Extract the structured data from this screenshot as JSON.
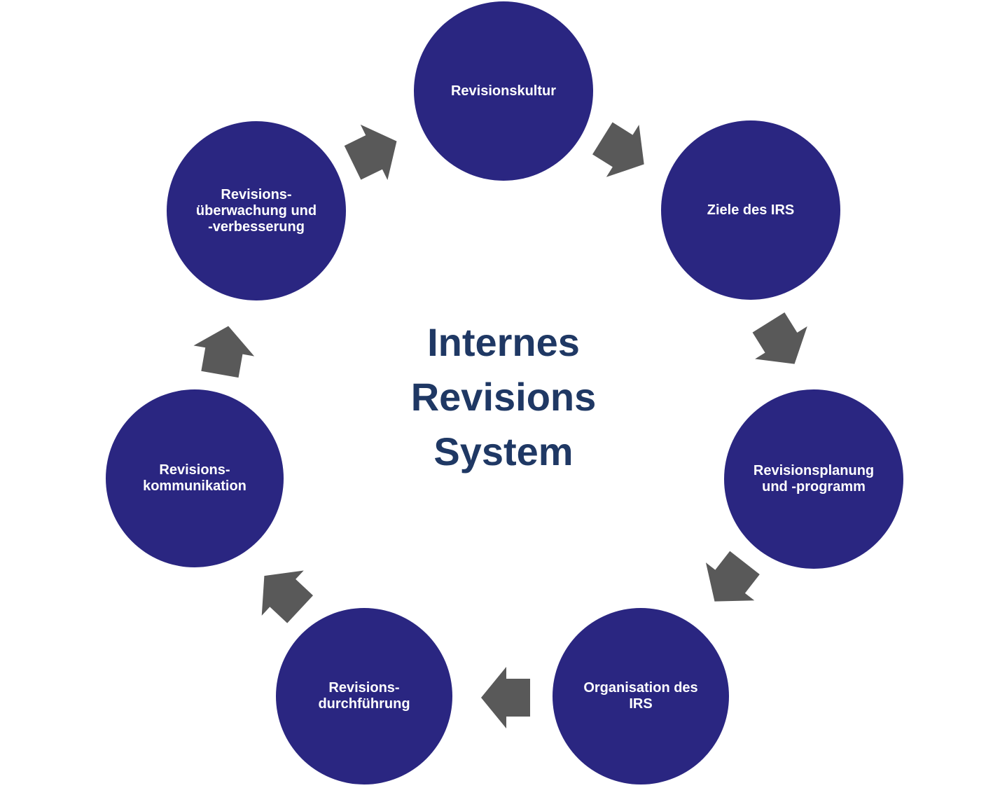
{
  "title": {
    "lines": [
      "Internes",
      "Revisions",
      "System"
    ]
  },
  "nodes": [
    {
      "name": "revisionskultur",
      "lines": [
        "Revisionskultur"
      ]
    },
    {
      "name": "ziele-des-irs",
      "lines": [
        "Ziele des IRS"
      ]
    },
    {
      "name": "revisionsplanung-und-programm",
      "lines": [
        "Revisionsplanung",
        "und -programm"
      ]
    },
    {
      "name": "organisation-des-irs",
      "lines": [
        "Organisation des",
        "IRS"
      ]
    },
    {
      "name": "revisions-durchfuehrung",
      "lines": [
        "Revisions-",
        "durchführung"
      ]
    },
    {
      "name": "revisions-kommunikation",
      "lines": [
        "Revisions-",
        "kommunikation"
      ]
    },
    {
      "name": "revisions-ueberwachung-und-verbesserung",
      "lines": [
        "Revisions-",
        "überwachung und",
        "-verbesserung"
      ]
    }
  ],
  "colors": {
    "circle_fill": "#2a2681",
    "circle_text": "#ffffff",
    "arrow": "#595959",
    "title_text": "#1f3864",
    "background": "#ffffff"
  }
}
